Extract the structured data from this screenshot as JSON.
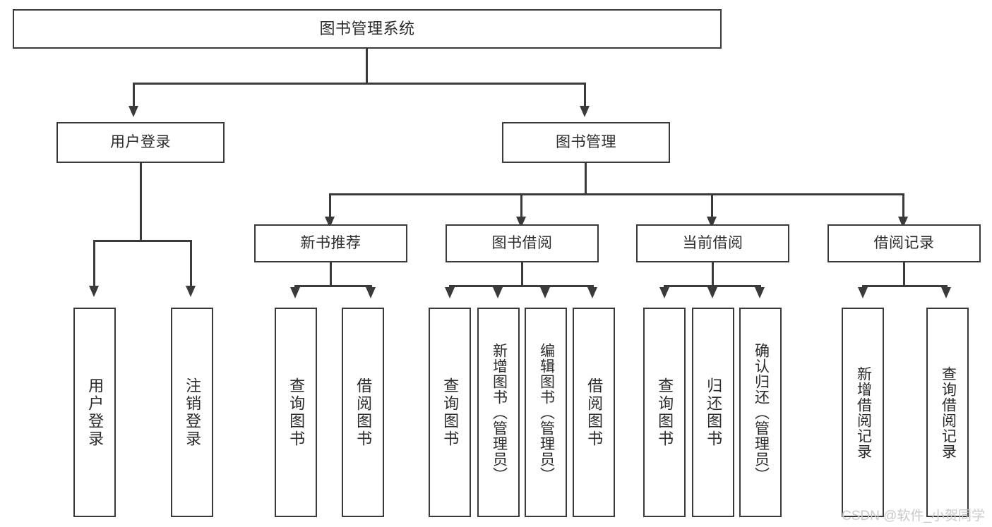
{
  "diagram": {
    "type": "hierarchy-tree",
    "title": "图书管理系统",
    "levels": 4,
    "colors": {
      "box_border": "#3a3a3a",
      "box_fill": "#ffffff",
      "connector": "#3a3a3a",
      "text": "#2b2b2b",
      "watermark": "#c9c9c9"
    },
    "nodes": {
      "root": {
        "label": "图书管理系统"
      },
      "level2": [
        {
          "label": "用户登录"
        },
        {
          "label": "图书管理"
        }
      ],
      "level3": [
        {
          "label": "新书推荐"
        },
        {
          "label": "图书借阅"
        },
        {
          "label": "当前借阅"
        },
        {
          "label": "借阅记录"
        }
      ],
      "leaves": {
        "user_login": [
          {
            "label": "用户登录"
          },
          {
            "label": "注销登录"
          }
        ],
        "new_book_recommend": [
          {
            "label": "查询图书"
          },
          {
            "label": "借阅图书"
          }
        ],
        "book_borrow": [
          {
            "label": "查询图书"
          },
          {
            "label": "新增图书（管理员）"
          },
          {
            "label": "编辑图书（管理员）"
          },
          {
            "label": "借阅图书"
          }
        ],
        "current_borrow": [
          {
            "label": "查询图书"
          },
          {
            "label": "归还图书"
          },
          {
            "label": "确认归还（管理员）"
          }
        ],
        "borrow_records": [
          {
            "label": "新增借阅记录"
          },
          {
            "label": "查询借阅记录"
          }
        ]
      }
    }
  },
  "watermark": {
    "text": "CSDN @软件_小贺同学"
  }
}
